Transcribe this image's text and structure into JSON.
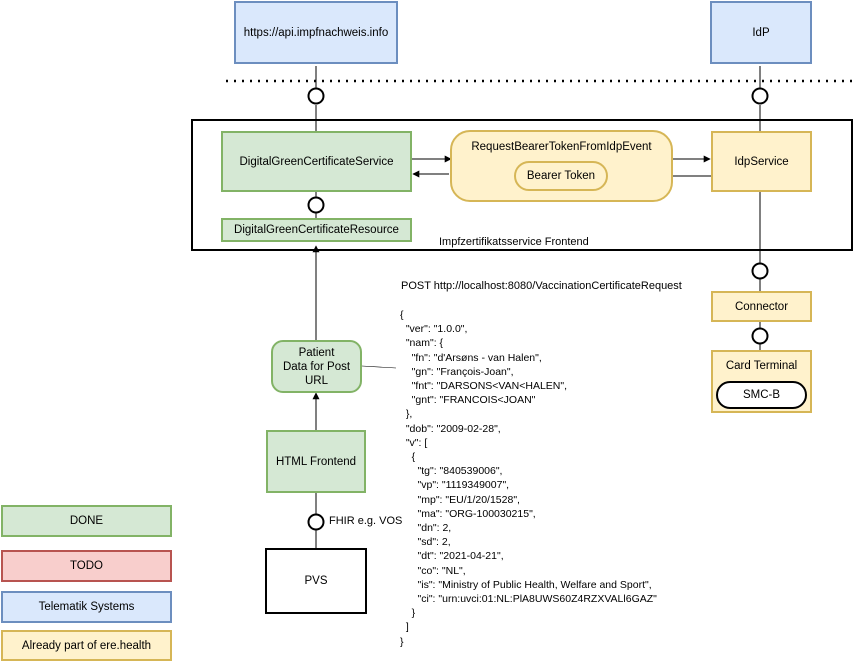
{
  "external": {
    "api": "https://api.impfnachweis.info",
    "idp": "IdP"
  },
  "frontend": {
    "label": "Impfzertifikatsservice Frontend",
    "dgc_service": "DigitalGreenCertificateService",
    "dgc_resource": "DigitalGreenCertificateResource",
    "event": "RequestBearerTokenFromIdpEvent",
    "bearer_token": "Bearer Token",
    "idp_service": "IdpService"
  },
  "connector": "Connector",
  "card_terminal": {
    "title": "Card Terminal",
    "smcb": "SMC-B"
  },
  "patient_data": "Patient\nData for Post\nURL",
  "html_frontend": "HTML Frontend",
  "fhir_label": "FHIR e.g. VOS",
  "pvs": "PVS",
  "post_url": "POST http://localhost:8080/VaccinationCertificateRequest",
  "request_body": "{\n  \"ver\": \"1.0.0\",\n  \"nam\": {\n    \"fn\": \"d'Arsøns - van Halen\",\n    \"gn\": \"François-Joan\",\n    \"fnt\": \"DARSONS<VAN<HALEN\",\n    \"gnt\": \"FRANCOIS<JOAN\"\n  },\n  \"dob\": \"2009-02-28\",\n  \"v\": [\n    {\n      \"tg\": \"840539006\",\n      \"vp\": \"1119349007\",\n      \"mp\": \"EU/1/20/1528\",\n      \"ma\": \"ORG-100030215\",\n      \"dn\": 2,\n      \"sd\": 2,\n      \"dt\": \"2021-04-21\",\n      \"co\": \"NL\",\n      \"is\": \"Ministry of Public Health, Welfare and Sport\",\n      \"ci\": \"urn:uvci:01:NL:PlA8UWS60Z4RZXVALl6GAZ\"\n    }\n  ]\n}",
  "legend": {
    "done": "DONE",
    "todo": "TODO",
    "telematik": "Telematik Systems",
    "ere": "Already part of ere.health"
  },
  "colors": {
    "done_fill": "#d5e8d4",
    "done_stroke": "#82b366",
    "todo_fill": "#f8cecc",
    "todo_stroke": "#b85450",
    "telematik_fill": "#dae8fc",
    "telematik_stroke": "#6c8ebf",
    "ere_fill": "#fff2cc",
    "ere_stroke": "#d6b656"
  }
}
